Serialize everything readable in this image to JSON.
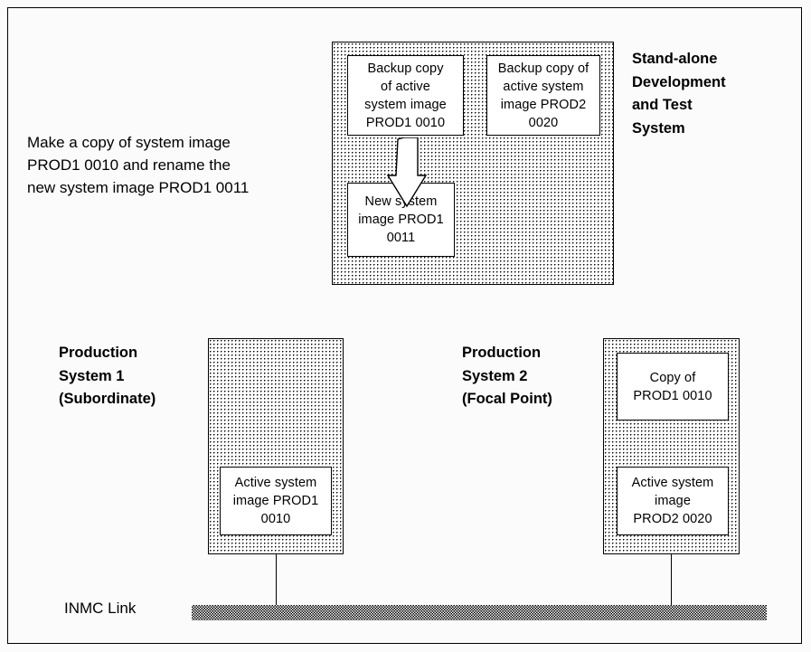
{
  "diagram": {
    "title": "Stand-alone Development and Test System",
    "instruction_text": "Make a copy of system image\nPROD1 0010 and rename the\nnew system image PROD1 0011",
    "standalone_label": "Stand-alone\nDevelopment\nand Test\nSystem",
    "link_label": "INMC Link",
    "colors": {
      "stroke": "#000000",
      "fill": "#ffffff",
      "page": "#fbfbfb",
      "dither": "#000000"
    }
  },
  "standalone_system": {
    "label": "Stand-alone\nDevelopment\nand Test\nSystem",
    "boxes": [
      {
        "id": "backup-prod1",
        "text": "Backup copy\nof active\nsystem image\nPROD1  0010"
      },
      {
        "id": "backup-prod2",
        "text": "Backup copy of\nactive system\nimage PROD2\n0020"
      },
      {
        "id": "new-system-image",
        "text": "New system\nimage PROD1\n0011"
      }
    ],
    "arrow": {
      "from": "backup-prod1",
      "to": "new-system-image",
      "semantic": "copy-arrow-icon"
    }
  },
  "production_system_1": {
    "label": "Production\nSystem 1\n(Subordinate)",
    "boxes": [
      {
        "id": "ps1-active-image",
        "text": "Active system\nimage PROD1\n0010"
      }
    ]
  },
  "production_system_2": {
    "label": "Production\nSystem 2\n(Focal Point)",
    "boxes": [
      {
        "id": "ps2-copy-image",
        "text": "Copy  of\nPROD1  0010"
      },
      {
        "id": "ps2-active-image",
        "text": "Active system\nimage\nPROD2  0020"
      }
    ]
  },
  "network": {
    "label": "INMC Link",
    "connected_systems": [
      "Production System 1",
      "Production System 2"
    ]
  }
}
